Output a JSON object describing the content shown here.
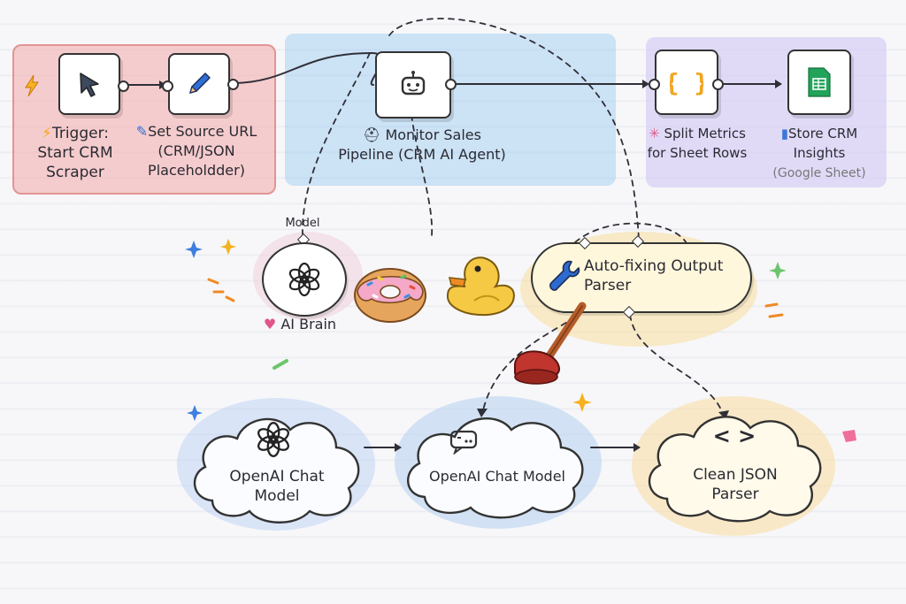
{
  "nodes": {
    "trigger": {
      "line1": "Trigger:",
      "line2": "Start CRM",
      "line3": "Scraper"
    },
    "set_url": {
      "line1": "Set Source URL",
      "line2": "(CRM/JSON",
      "line3": "Placeholdder)"
    },
    "agent": {
      "line1": "Monitor Sales",
      "line2": "Pipeline (CRM AI Agent)"
    },
    "split": {
      "line1": "Split Metrics",
      "line2": "for Sheet Rows"
    },
    "store": {
      "line1": "Store CRM",
      "line2": "Insights",
      "line3": "(Google Sheet)"
    },
    "model_tag": "Model",
    "brain": "AI Brain",
    "autofix": {
      "line1": "Auto-fixing Output",
      "line2": "Parser"
    },
    "openai_left": {
      "line1": "OpenAI Chat",
      "line2": "Model"
    },
    "openai_mid": "OpenAI Chat Model",
    "clean_json": {
      "line1": "Clean JSON",
      "line2": "Parser"
    }
  },
  "icons": {
    "trigger": "lightning-icon",
    "cursor": "cursor-arrow-icon",
    "pencil": "pencil-icon",
    "robot": "robot-icon",
    "braces": "curly-braces-icon",
    "sheet": "google-sheet-icon",
    "openai": "openai-logo-icon",
    "wrench": "wrench-icon",
    "chat": "chat-bubble-icon",
    "code": "code-brackets-icon",
    "donut": "donut-icon",
    "duck": "rubber-duck-icon",
    "plunger": "plunger-icon"
  },
  "colors": {
    "trigger_zone": "#f4aaaa",
    "agent_zone": "#96c8f0",
    "output_zone": "#cdc3f5",
    "accent_yellow": "#f6c945",
    "ink": "#333333"
  }
}
